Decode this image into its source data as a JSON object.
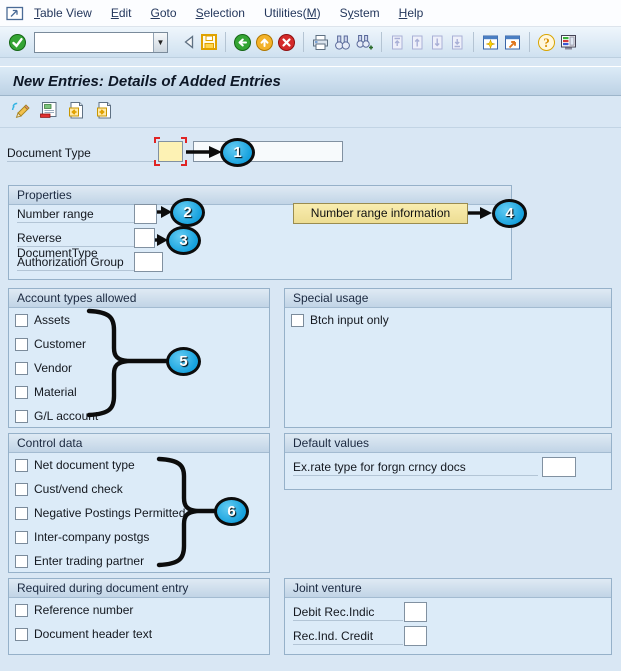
{
  "menu_bar": {
    "items": [
      {
        "label": "Table View",
        "u": 0
      },
      {
        "label": "Edit",
        "u": 0
      },
      {
        "label": "Goto",
        "u": 0
      },
      {
        "label": "Selection",
        "u": 0
      },
      {
        "label": "Utilities(M)",
        "u": 10
      },
      {
        "label": "System",
        "u": 1
      },
      {
        "label": "Help",
        "u": 0
      }
    ]
  },
  "toolbar": {
    "command_value": "",
    "dropdown_glyph": "▼",
    "icons": [
      "enter",
      "command-field",
      "back-nav",
      "save",
      "back",
      "exit",
      "cancel",
      "print",
      "find",
      "find-next",
      "first-page",
      "previous-page",
      "next-page",
      "last-page",
      "new-session",
      "create-shortcut",
      "help",
      "customize-layout"
    ]
  },
  "title_bar": {
    "title": "New Entries: Details of Added Entries"
  },
  "app_toolbar": {
    "icons": [
      "edit-pencil",
      "overview",
      "previous-entry",
      "next-entry"
    ]
  },
  "form": {
    "document_type": {
      "label": "Document Type",
      "key_value": "",
      "text_value": ""
    },
    "properties": {
      "header": "Properties",
      "number_range": {
        "label": "Number range",
        "value": ""
      },
      "reverse_doc_type": {
        "label": "Reverse DocumentType",
        "value": ""
      },
      "authorization_group": {
        "label": "Authorization Group",
        "value": ""
      },
      "number_range_info_button": "Number range information"
    },
    "account_types_allowed": {
      "header": "Account types allowed",
      "checkboxes": [
        {
          "label": "Assets",
          "checked": false
        },
        {
          "label": "Customer",
          "checked": false
        },
        {
          "label": "Vendor",
          "checked": false
        },
        {
          "label": "Material",
          "checked": false
        },
        {
          "label": "G/L account",
          "checked": false
        }
      ]
    },
    "special_usage": {
      "header": "Special usage",
      "checkboxes": [
        {
          "label": "Btch input only",
          "checked": false
        }
      ]
    },
    "control_data": {
      "header": "Control data",
      "checkboxes": [
        {
          "label": "Net document type",
          "checked": false
        },
        {
          "label": "Cust/vend check",
          "checked": false
        },
        {
          "label": "Negative Postings Permitted",
          "checked": false
        },
        {
          "label": "Inter-company postgs",
          "checked": false
        },
        {
          "label": "Enter trading partner",
          "checked": false
        }
      ]
    },
    "default_values": {
      "header": "Default values",
      "exrate": {
        "label": "Ex.rate type for forgn crncy docs",
        "value": ""
      }
    },
    "required_entry": {
      "header": "Required during document entry",
      "checkboxes": [
        {
          "label": "Reference number",
          "checked": false
        },
        {
          "label": "Document header text",
          "checked": false
        }
      ]
    },
    "joint_venture": {
      "header": "Joint venture",
      "debit": {
        "label": "Debit Rec.Indic",
        "value": ""
      },
      "credit": {
        "label": "Rec.Ind. Credit",
        "value": ""
      }
    }
  },
  "callouts": [
    "1",
    "2",
    "3",
    "4",
    "5",
    "6"
  ],
  "colors": {
    "badge_blue": "#17a2de",
    "button_yellow": "#f3e5a2",
    "required_field_yellow": "#fdf2b4",
    "section_bg": "#dcebf8",
    "window_bg": "#d9e7f4"
  }
}
